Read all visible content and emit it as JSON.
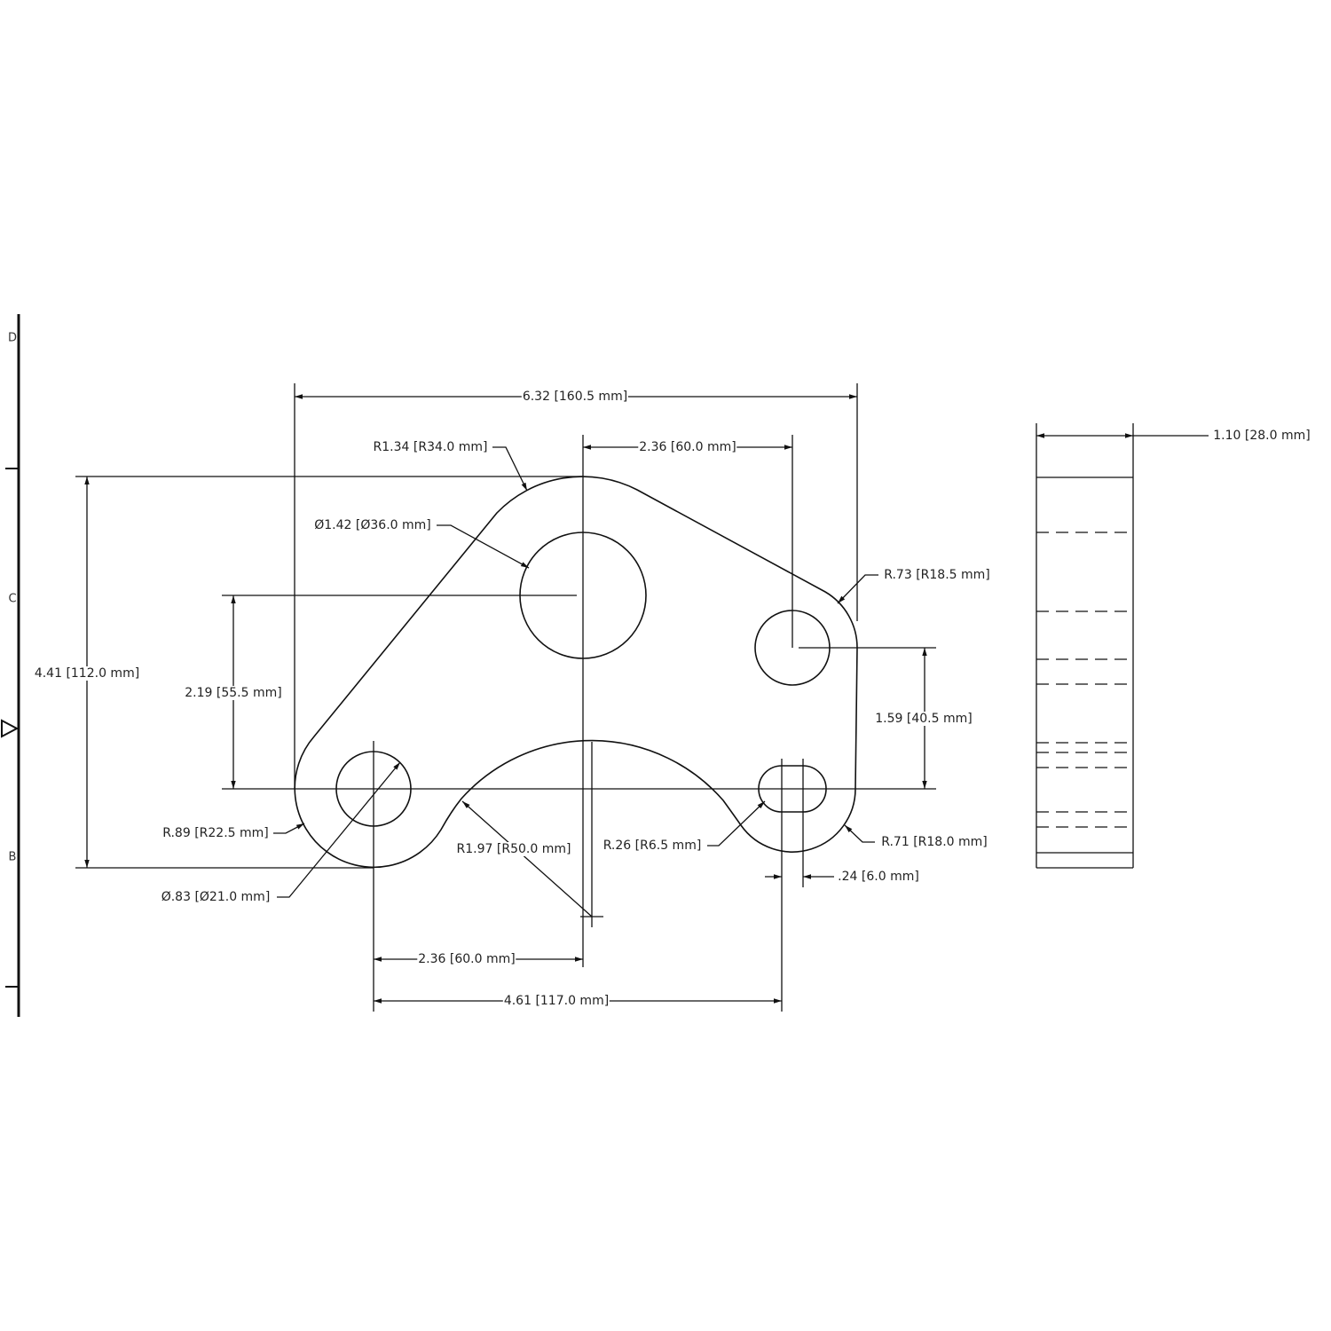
{
  "zones": [
    "D",
    "C",
    "B"
  ],
  "dimensions": {
    "overall_width": "6.32 [160.5 mm]",
    "top_hole_offset": "2.36 [60.0 mm]",
    "top_radius": "R1.34 [R34.0 mm]",
    "big_hole_diameter": "Ø1.42 [Ø36.0 mm]",
    "right_top_radius": "R.73 [R18.5 mm]",
    "overall_height": "4.41 [112.0 mm]",
    "big_hole_height": "2.19 [55.5 mm]",
    "right_hole_height": "1.59 [40.5 mm]",
    "left_lobe_radius": "R.89 [R22.5 mm]",
    "small_hole_diameter": "Ø.83 [Ø21.0 mm]",
    "concave_radius": "R1.97 [R50.0 mm]",
    "slot_radius": "R.26 [R6.5 mm]",
    "right_lobe_radius": "R.71 [R18.0 mm]",
    "slot_width": ".24 [6.0 mm]",
    "bottom_offset": "2.36 [60.0 mm]",
    "bottom_span": "4.61 [117.0 mm]",
    "thickness": "1.10 [28.0 mm]"
  }
}
